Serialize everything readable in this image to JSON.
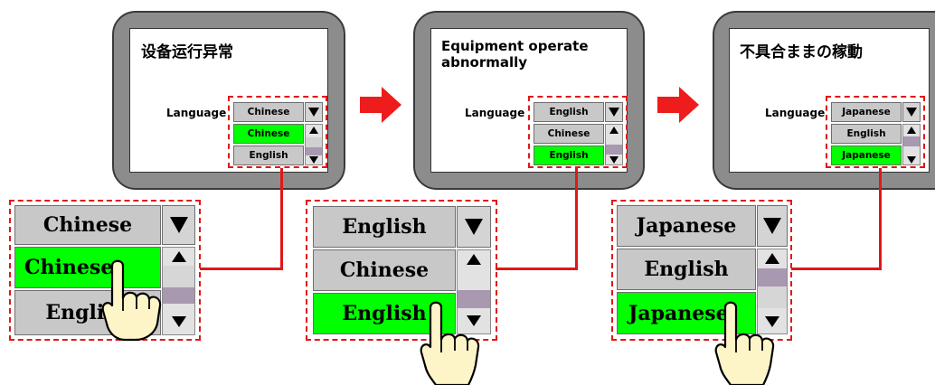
{
  "panels": [
    {
      "title": "设备运行异常",
      "language_label": "Language",
      "selected": "Chinese",
      "options": [
        "Chinese",
        "English"
      ],
      "highlighted": "Chinese"
    },
    {
      "title": "Equipment operate abnormally",
      "language_label": "Language",
      "selected": "English",
      "options": [
        "Chinese",
        "English"
      ],
      "highlighted": "English"
    },
    {
      "title": "不具合ままの稼動",
      "language_label": "Language",
      "selected": "Japanese",
      "options": [
        "English",
        "Japanese"
      ],
      "highlighted": "Japanese"
    }
  ],
  "zooms": [
    {
      "selected": "Chinese",
      "options": [
        "Chinese",
        "English"
      ],
      "highlighted": "Chinese"
    },
    {
      "selected": "English",
      "options": [
        "Chinese",
        "English"
      ],
      "highlighted": "English"
    },
    {
      "selected": "Japanese",
      "options": [
        "English",
        "Japanese"
      ],
      "highlighted": "Japanese"
    }
  ],
  "icons": {
    "dropdown_arrow": "triangle-down",
    "scroll_up": "triangle-up",
    "scroll_down": "triangle-down",
    "flow_arrow": "right-arrow",
    "hand": "pointing-hand"
  },
  "colors": {
    "highlight": "#00ff00",
    "callout": "#e01818",
    "bezel": "#8c8c8c",
    "item_bg": "#c8c8c8",
    "thumb": "#a898b0"
  }
}
